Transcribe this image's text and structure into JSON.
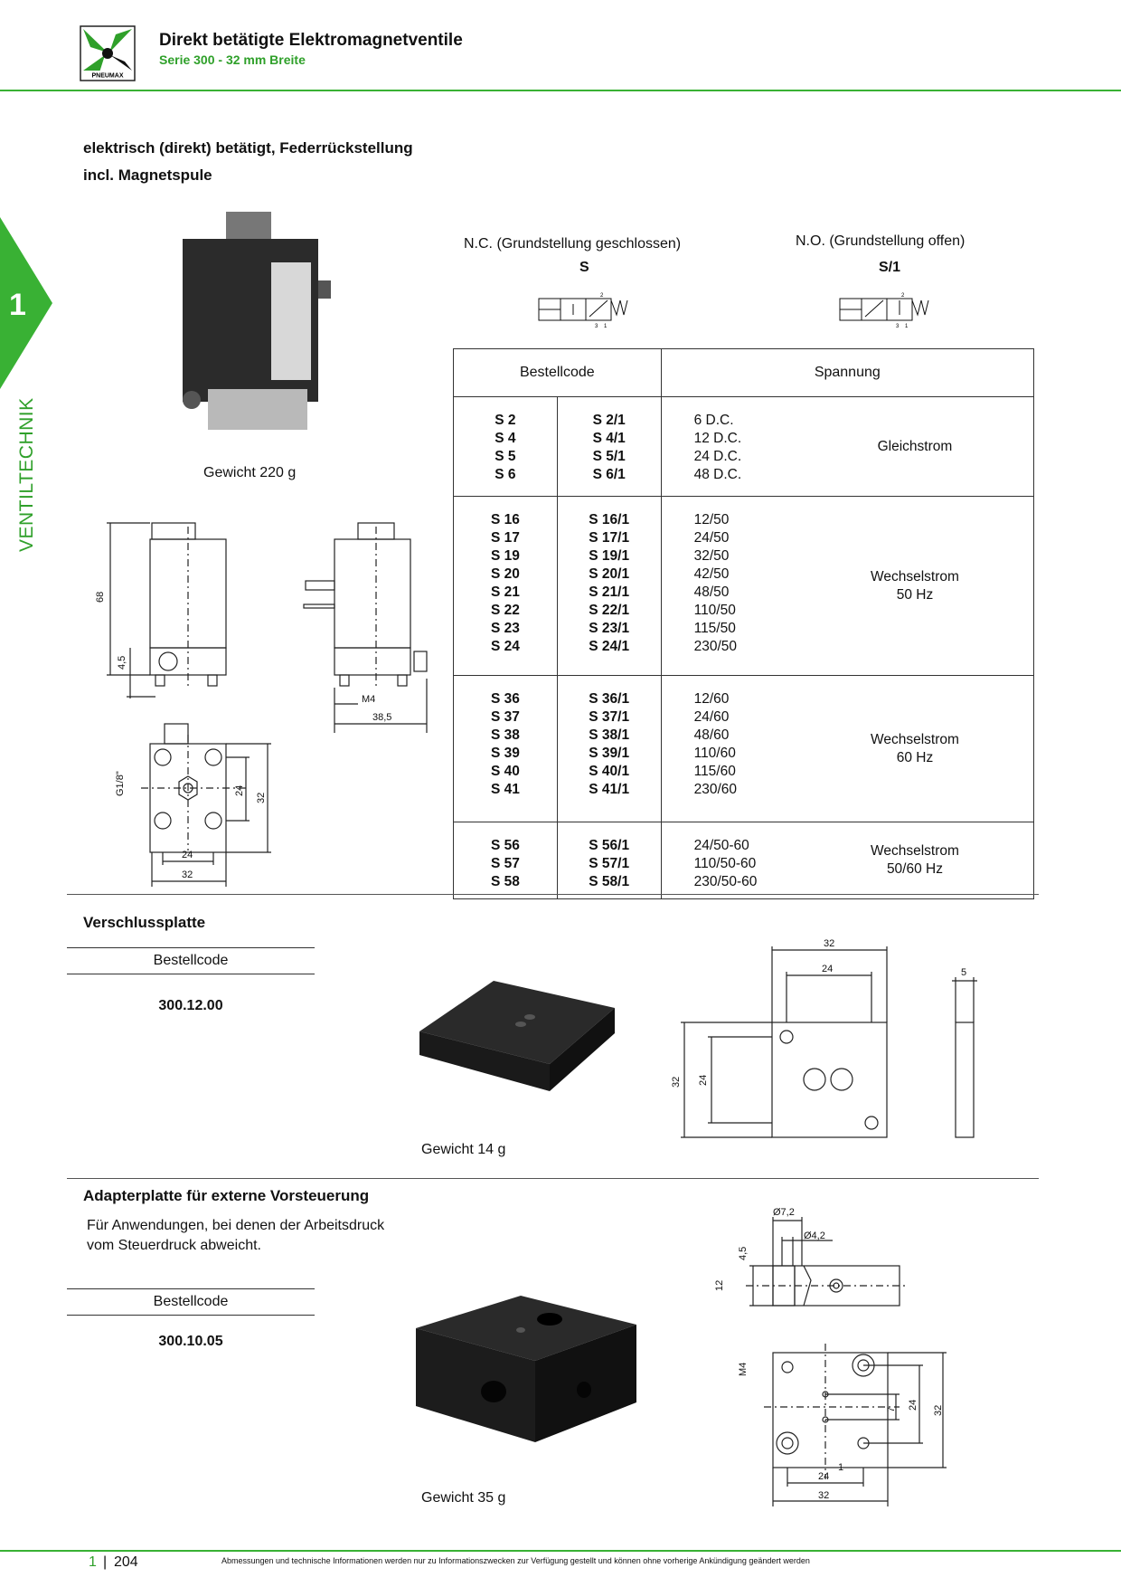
{
  "header": {
    "title": "Direkt betätigte Elektromagnetventile",
    "subtitle": "Serie 300 - 32 mm Breite",
    "logo_text": "PNEUMAX"
  },
  "side_tab": {
    "number": "1",
    "label": "VENTILTECHNIK"
  },
  "intro": {
    "line1": "elektrisch (direkt) betätigt, Federrückstellung",
    "line2": "incl. Magnetspule"
  },
  "valve": {
    "weight": "Gewicht 220 g",
    "nc_label": "N.C. (Grundstellung geschlossen)",
    "nc_code": "S",
    "no_label": "N.O. (Grundstellung offen)",
    "no_code": "S/1"
  },
  "table": {
    "header_code": "Bestellcode",
    "header_voltage": "Spannung",
    "groups": [
      {
        "nc": [
          "S 2",
          "S 4",
          "S 5",
          "S 6"
        ],
        "no": [
          "S 2/1",
          "S 4/1",
          "S 5/1",
          "S 6/1"
        ],
        "volts": [
          "6 D.C.",
          "12 D.C.",
          "24 D.C.",
          "48 D.C."
        ],
        "current": [
          "Gleichstrom"
        ]
      },
      {
        "nc": [
          "S 16",
          "S 17",
          "S 19",
          "S 20",
          "S 21",
          "S 22",
          "S 23",
          "S 24"
        ],
        "no": [
          "S 16/1",
          "S 17/1",
          "S 19/1",
          "S 20/1",
          "S 21/1",
          "S 22/1",
          "S 23/1",
          "S 24/1"
        ],
        "volts": [
          "12/50",
          "24/50",
          "32/50",
          "42/50",
          "48/50",
          "110/50",
          "115/50",
          "230/50"
        ],
        "current": [
          "Wechselstrom",
          "50 Hz"
        ]
      },
      {
        "nc": [
          "S 36",
          "S 37",
          "S 38",
          "S 39",
          "S 40",
          "S 41"
        ],
        "no": [
          "S 36/1",
          "S 37/1",
          "S 38/1",
          "S 39/1",
          "S 40/1",
          "S 41/1"
        ],
        "volts": [
          "12/60",
          "24/60",
          "48/60",
          "110/60",
          "115/60",
          "230/60"
        ],
        "current": [
          "Wechselstrom",
          "60 Hz"
        ]
      },
      {
        "nc": [
          "S 56",
          "S 57",
          "S 58"
        ],
        "no": [
          "S 56/1",
          "S 57/1",
          "S 58/1"
        ],
        "volts": [
          "24/50-60",
          "110/50-60",
          "230/50-60"
        ],
        "current": [
          "Wechselstrom",
          "50/60 Hz"
        ]
      }
    ]
  },
  "dims_valve": {
    "d68": "68",
    "d45": "4,5",
    "dM4": "M4",
    "d385": "38,5",
    "dG18": "G1/8\"",
    "d24": "24",
    "d32": "32"
  },
  "verschluss": {
    "title": "Verschlussplatte",
    "code_label": "Bestellcode",
    "code": "300.12.00",
    "weight": "Gewicht 14 g",
    "dims": {
      "d32": "32",
      "d24": "24",
      "d5": "5"
    }
  },
  "adapter": {
    "title": "Adapterplatte für externe Vorsteuerung",
    "desc1": "Für Anwendungen, bei denen der Arbeitsdruck",
    "desc2": "vom Steuerdruck abweicht.",
    "code_label": "Bestellcode",
    "code": "300.10.05",
    "weight": "Gewicht 35 g",
    "dims": {
      "d72": "Ø7,2",
      "d42": "Ø4,2",
      "d45": "4,5",
      "d12": "12",
      "dM4": "M4",
      "d7": "7",
      "d24": "24",
      "d32": "32",
      "d1": "1"
    }
  },
  "footer": {
    "chapter": "1",
    "page": "204",
    "note": "Abmessungen und technische Informationen werden nur zu Informationszwecken zur Verfügung gestellt und können ohne vorherige Ankündigung geändert werden"
  },
  "colors": {
    "accent": "#39b134",
    "text": "#111111"
  }
}
